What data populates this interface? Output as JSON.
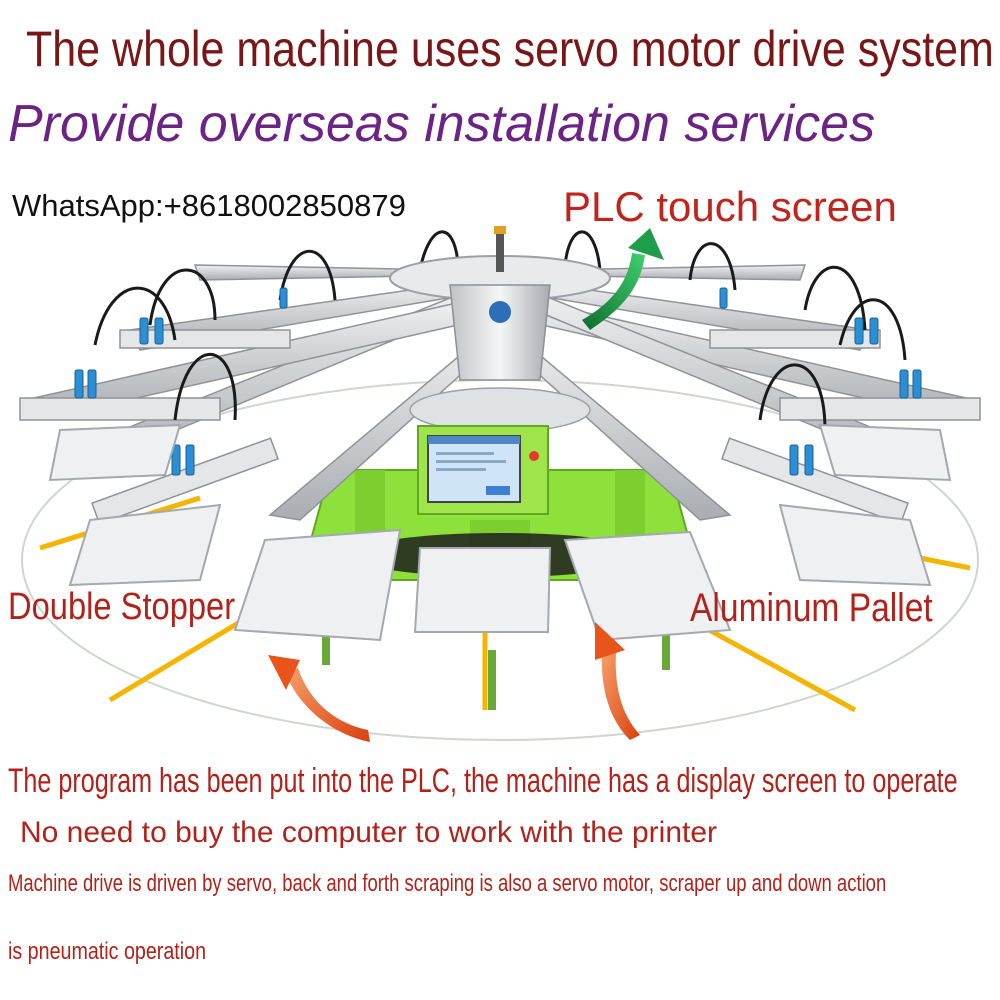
{
  "headline": "The whole machine uses servo motor drive system",
  "subheadline": "Provide overseas installation services",
  "contact": "WhatsApp:+8618002850879",
  "labels": {
    "plc": "PLC touch screen",
    "stopper": "Double Stopper",
    "pallet": "Aluminum Pallet"
  },
  "notes": {
    "line1": "The program has been put into the PLC, the machine has a display screen to operate",
    "line2": "No need to buy the computer to work with the printer",
    "line3": "Machine drive is driven by servo, back and forth scraping is also a servo motor, scraper up and down action",
    "line4": "is pneumatic operation"
  },
  "colors": {
    "frame_green": "#8ee03a",
    "arm_silver": "#d6d9dc",
    "pallet_white": "#eef0f2",
    "arrow_orange": "#e8541a",
    "arrow_green": "#1e9e4a",
    "rail_yellow": "#f4b400"
  }
}
